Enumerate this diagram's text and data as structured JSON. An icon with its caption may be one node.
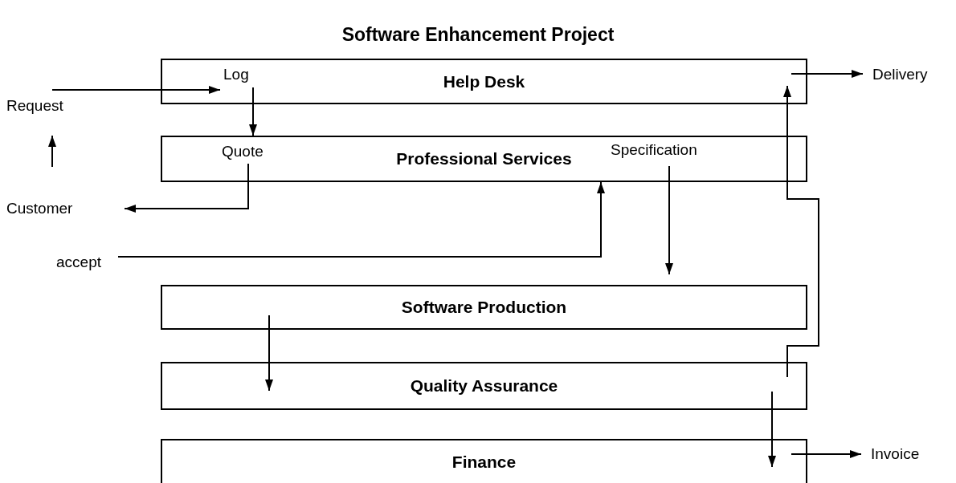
{
  "diagram": {
    "title": "Software Enhancement Project",
    "nodes": [
      {
        "text": [
          "Help Desk"
        ]
      },
      {
        "text": [
          "Log"
        ],
        "in": 0
      },
      {
        "text": [
          "Delivery"
        ]
      },
      {
        "text": [
          "Request"
        ]
      },
      {
        "text": [
          "Professional Services"
        ]
      },
      {
        "text": [
          "Quote"
        ],
        "in": 4
      },
      {
        "text": [
          "Specification"
        ],
        "in": 4
      },
      {
        "text": [
          "Customer"
        ]
      },
      {
        "text": [
          "accept"
        ]
      },
      {
        "text": [
          "Software Production"
        ]
      },
      {
        "text": [
          "Quality Assurance"
        ]
      },
      {
        "text": [
          "Finance"
        ]
      },
      {
        "text": [
          "Invoice"
        ]
      }
    ],
    "edges": [
      {
        "from": 3,
        "to": 1,
        "arrow": "to"
      },
      {
        "from": 7,
        "to": 3,
        "arrow": "to"
      },
      {
        "from": 1,
        "to": 5,
        "arrow": "to"
      },
      {
        "from": 5,
        "to": 7,
        "arrow": "to"
      },
      {
        "from": 8,
        "to": 4,
        "arrow": "to"
      },
      {
        "from": 6,
        "to": 9,
        "arrow": "to"
      },
      {
        "from": 9,
        "to": 10,
        "arrow": "to"
      },
      {
        "from": 10,
        "to": 0,
        "arrow": "to"
      },
      {
        "from": 0,
        "to": 2,
        "arrow": "to"
      },
      {
        "from": 10,
        "to": 11,
        "arrow": "to"
      },
      {
        "from": 11,
        "to": 12,
        "arrow": "to"
      }
    ]
  }
}
